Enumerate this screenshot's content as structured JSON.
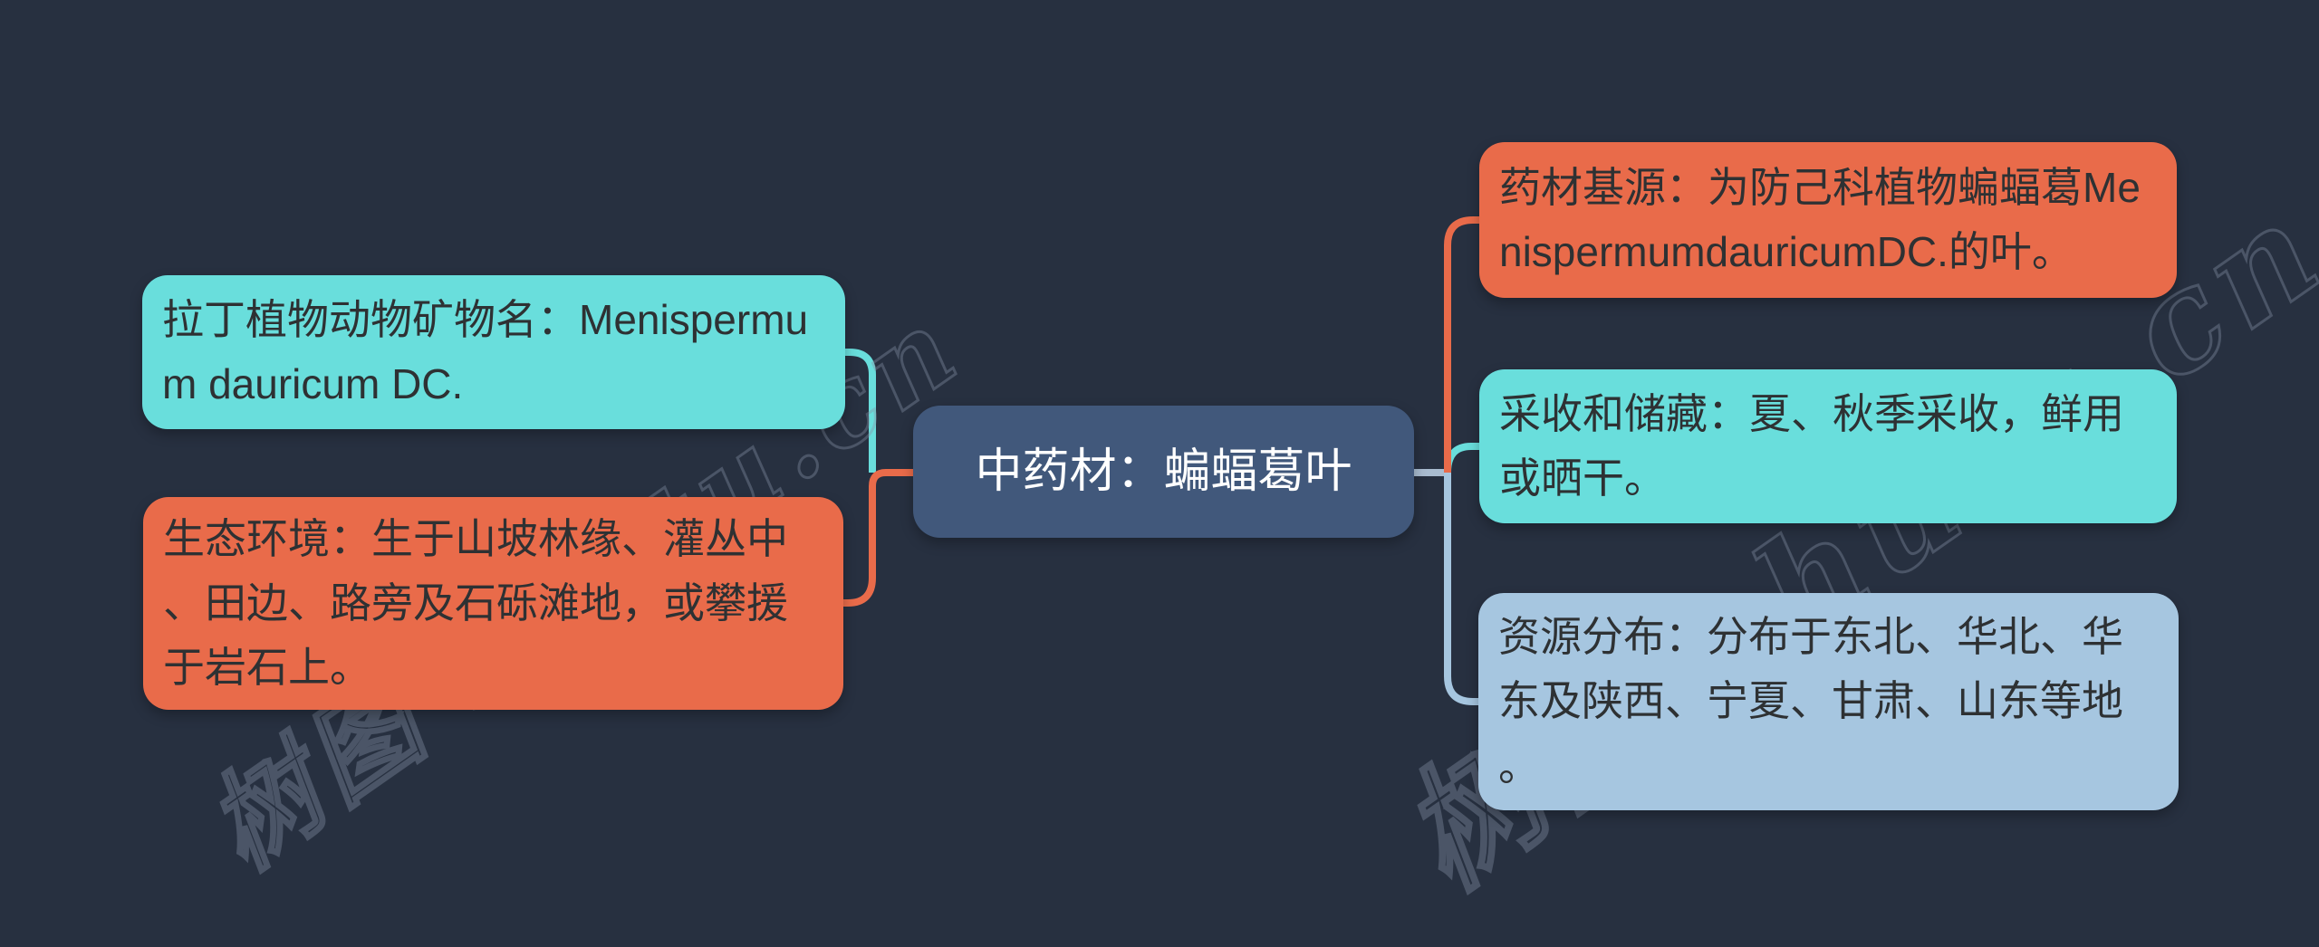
{
  "center_node": {
    "label": "中药材：蝙蝠葛叶"
  },
  "left_nodes": [
    {
      "id": "latin-name",
      "color": "teal",
      "text": "拉丁植物动物矿物名：Menispermum dauricum DC."
    },
    {
      "id": "ecology",
      "color": "orange",
      "text": "生态环境：生于山坡林缘、灌丛中、田边、路旁及石砾滩地，或攀援于岩石上。"
    }
  ],
  "right_nodes": [
    {
      "id": "source",
      "color": "orange",
      "text": "药材基源：为防己科植物蝙蝠葛MenispermumdauricumDC.的叶。"
    },
    {
      "id": "harvest",
      "color": "teal",
      "text": "采收和储藏：夏、秋季采收，鲜用或晒干。"
    },
    {
      "id": "distribution",
      "color": "blue",
      "text": "资源分布：分布于东北、华北、华东及陕西、宁夏、甘肃、山东等地。"
    }
  ],
  "watermark": {
    "text": "树图 shutu.cn"
  },
  "colors": {
    "bg": "#273040",
    "center_node": "#41587B",
    "teal": "#69DEDC",
    "orange": "#E96B4A",
    "blue": "#A6C6E0",
    "connector_steel": "#A9BCD0",
    "node_text": "#2E3133",
    "center_text": "#FFFFFF",
    "watermark": "#8793A6"
  }
}
